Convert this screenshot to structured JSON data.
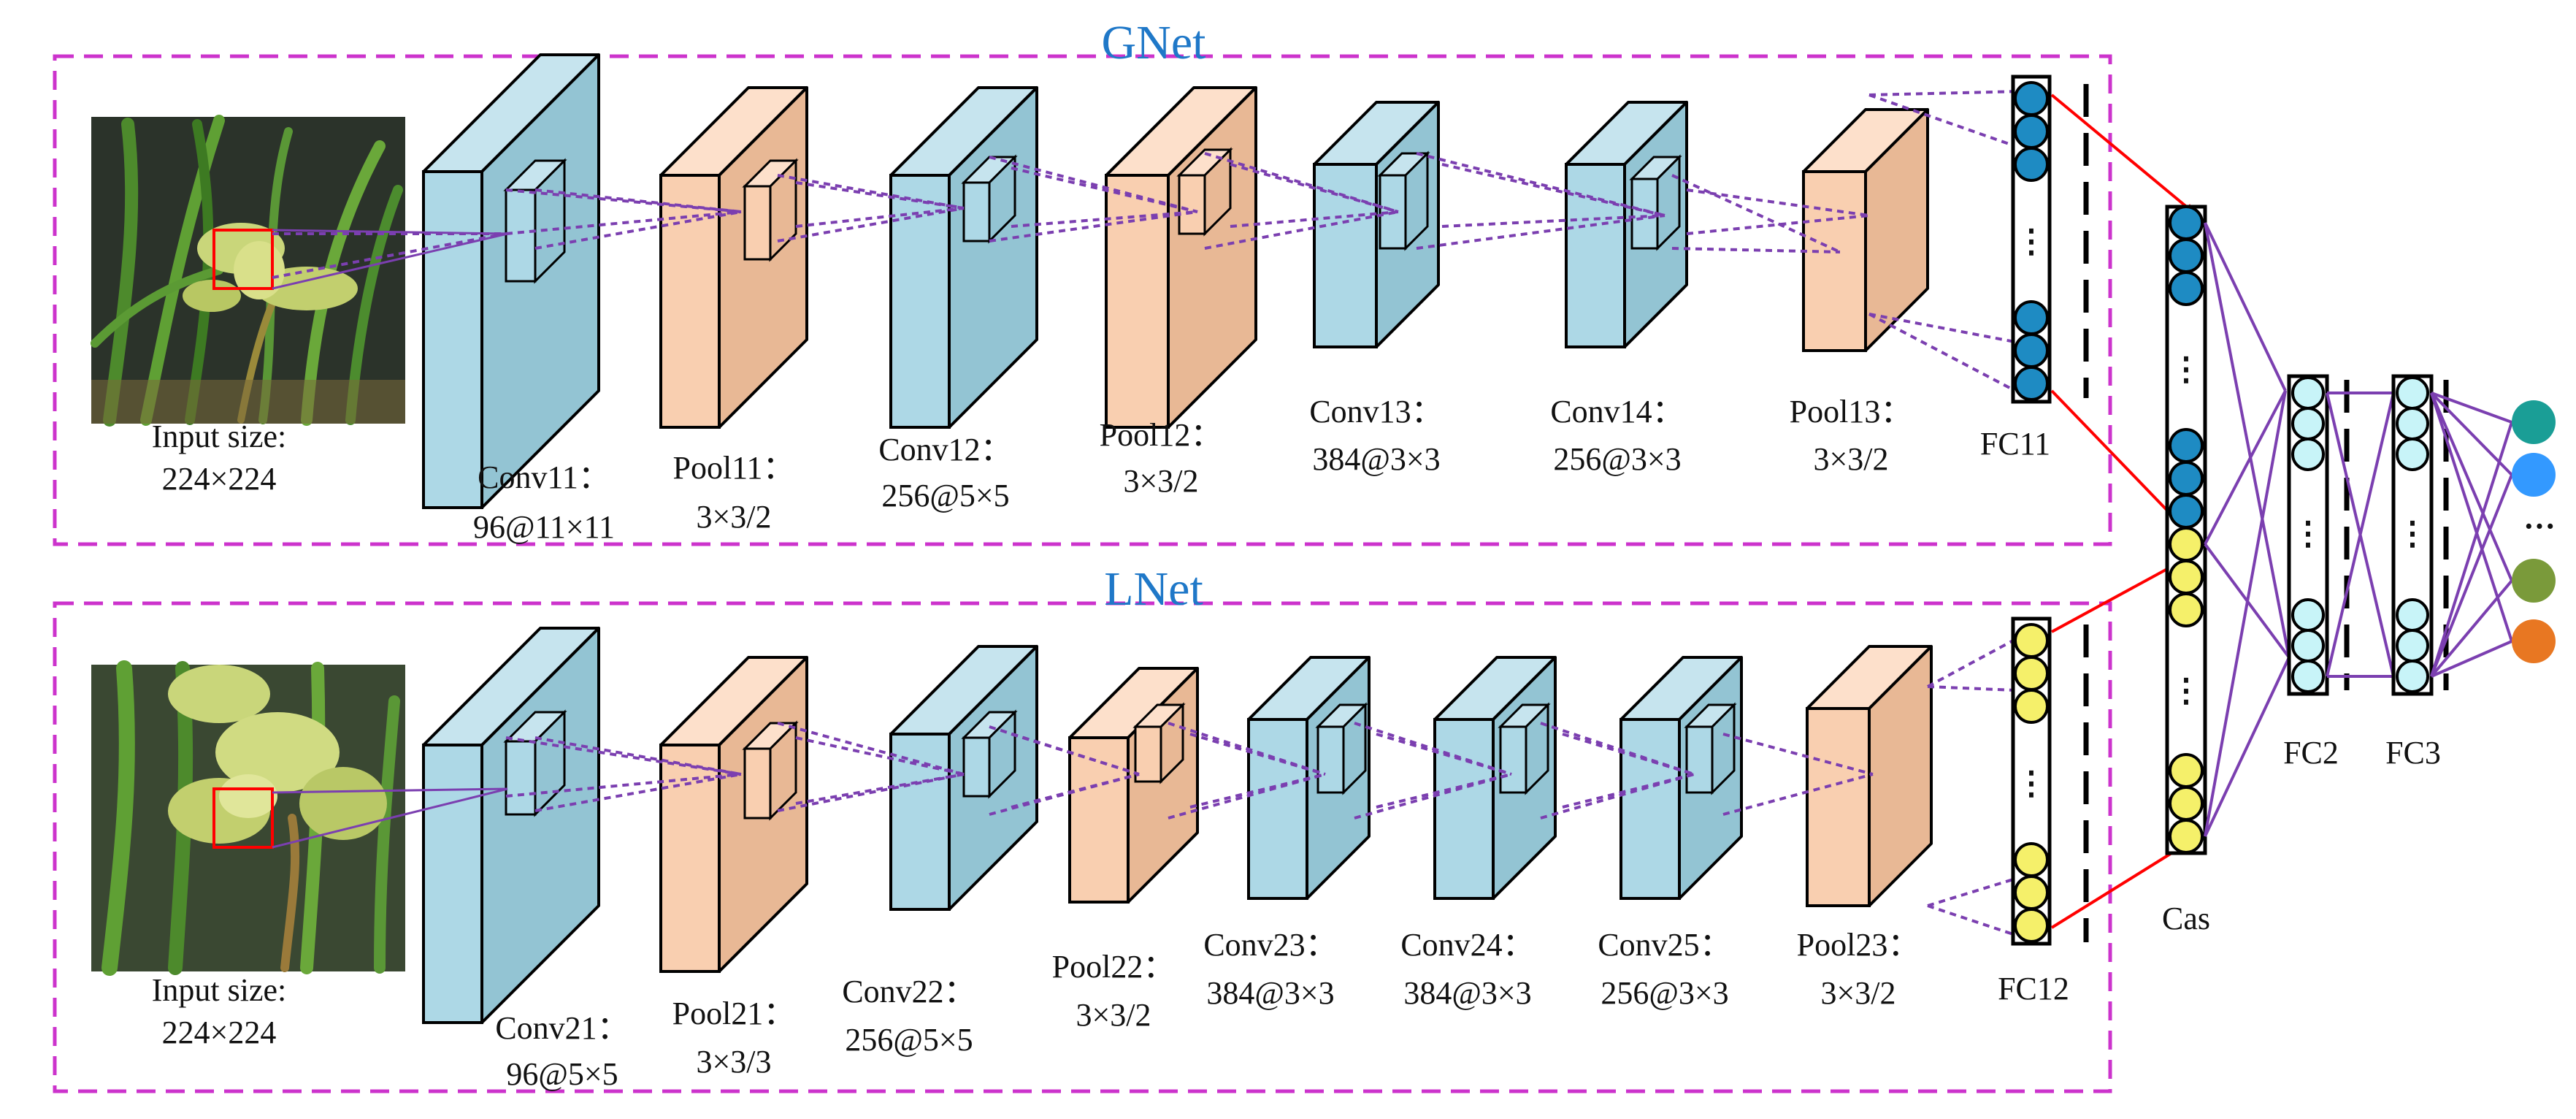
{
  "colors": {
    "conv": "#add8e6",
    "conv_side": "#93c4d3",
    "conv_top": "#c6e4ee",
    "pool": "#f9cfb0",
    "pool_side": "#e8b895",
    "pool_top": "#fde0cb",
    "frame": "#cc33cc",
    "link": "#7b3fb0",
    "arrow": "#ff0000",
    "title": "#1f78c8",
    "node_gnet": "#1e8bc3",
    "node_lnet": "#f5f06a",
    "node_fc": "#c8f4f8",
    "out1": "#1a9e96",
    "out2": "#3399ff",
    "out3": "#7a9a3a",
    "out4": "#e87722"
  },
  "gnet": {
    "title": "GNet",
    "input_label_1": "Input size:",
    "input_label_2": "224×224",
    "layers": [
      {
        "name_1": "Conv11：",
        "name_2": "96@11×11"
      },
      {
        "name_1": "Pool11：",
        "name_2": "3×3/2"
      },
      {
        "name_1": "Conv12：",
        "name_2": "256@5×5"
      },
      {
        "name_1": "Pool12：",
        "name_2": "3×3/2"
      },
      {
        "name_1": "Conv13：",
        "name_2": "384@3×3"
      },
      {
        "name_1": "Conv14：",
        "name_2": "256@3×3"
      },
      {
        "name_1": "Pool13：",
        "name_2": "3×3/2"
      }
    ],
    "fc_label": "FC11"
  },
  "lnet": {
    "title": "LNet",
    "input_label_1": "Input size:",
    "input_label_2": "224×224",
    "layers": [
      {
        "name_1": "Conv21：",
        "name_2": "96@5×5"
      },
      {
        "name_1": "Pool21：",
        "name_2": "3×3/3"
      },
      {
        "name_1": "Conv22：",
        "name_2": "256@5×5"
      },
      {
        "name_1": "Pool22：",
        "name_2": "3×3/2"
      },
      {
        "name_1": "Conv23：",
        "name_2": "384@3×3"
      },
      {
        "name_1": "Conv24：",
        "name_2": "384@3×3"
      },
      {
        "name_1": "Conv25：",
        "name_2": "256@3×3"
      },
      {
        "name_1": "Pool23：",
        "name_2": "3×3/2"
      }
    ],
    "fc_label": "FC12"
  },
  "head": {
    "cas_label": "Cas",
    "fc2_label": "FC2",
    "fc3_label": "FC3",
    "ellipsis": "⋮",
    "output_ellipsis": "···"
  }
}
